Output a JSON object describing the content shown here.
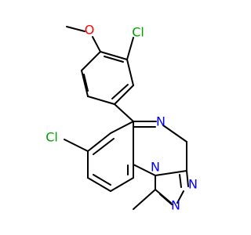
{
  "molecule": {
    "bond_color": "#000000",
    "label_colors": {
      "O": "#ff0000",
      "Cl": "#00a000",
      "N": "#0000ff"
    },
    "labels": {
      "methoxy_oxygen": "O",
      "chloro_top": "Cl",
      "chloro_left": "Cl",
      "imine_nitrogen": "N",
      "ring_nitrogen_bridge": "N",
      "triazole_nitrogen_upper": "N",
      "triazole_nitrogen_lower": "N"
    }
  }
}
